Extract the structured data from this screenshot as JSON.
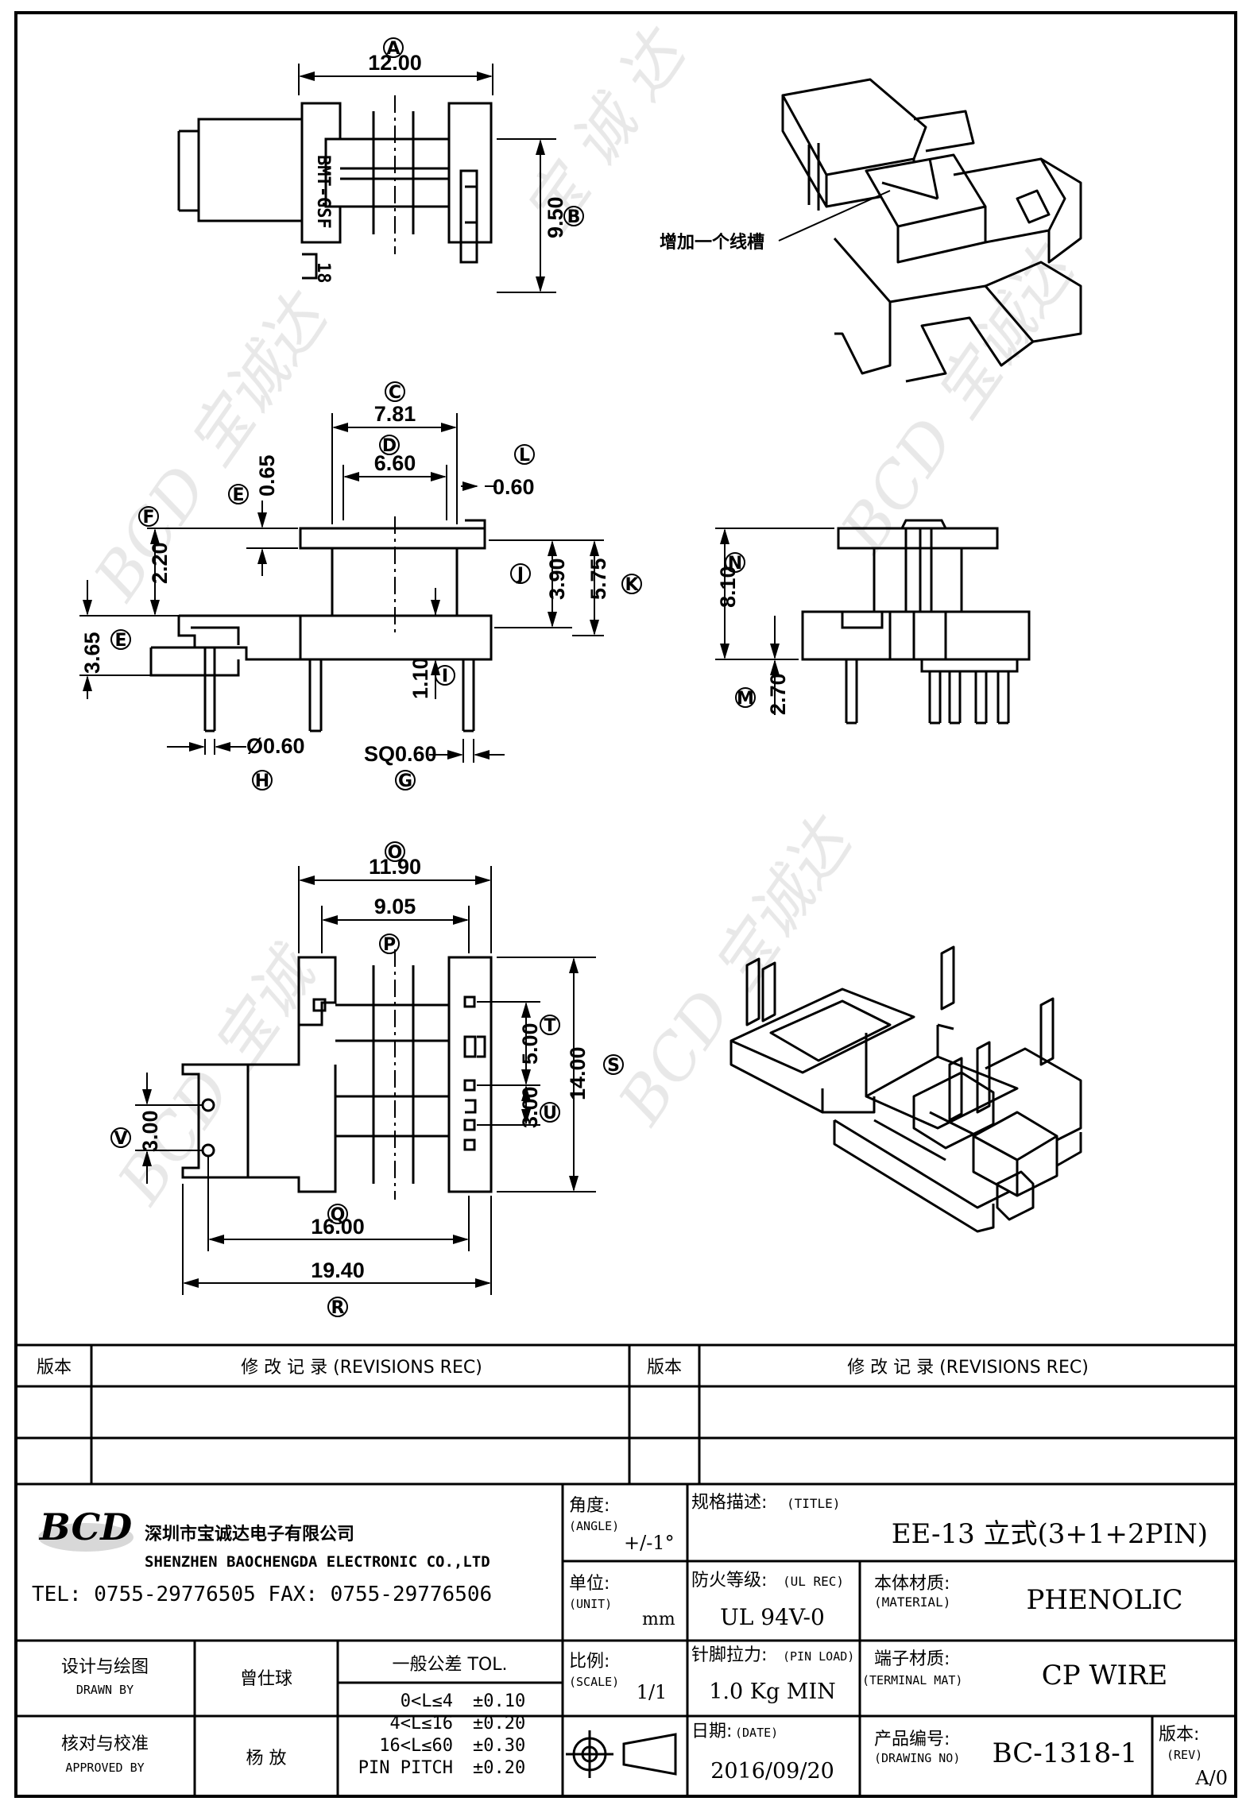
{
  "drawing": {
    "dims": {
      "A": {
        "label": "A",
        "value": "12.00"
      },
      "B": {
        "label": "B",
        "value": "9.50"
      },
      "C": {
        "label": "C",
        "value": "7.81"
      },
      "D": {
        "label": "D",
        "value": "6.60"
      },
      "E": {
        "label": "E",
        "value": "0.65"
      },
      "L": {
        "label": "L",
        "value": "0.60"
      },
      "F": {
        "label": "F",
        "value": "2.20"
      },
      "J": {
        "label": "J",
        "value": "3.90"
      },
      "K": {
        "label": "K",
        "value": "5.75"
      },
      "E2": {
        "label": "E",
        "value": "3.65"
      },
      "I": {
        "label": "I",
        "value": "1.10"
      },
      "H": {
        "label": "H",
        "value": "Ø0.60"
      },
      "G": {
        "label": "G",
        "value": "SQ0.60"
      },
      "N": {
        "label": "N",
        "value": "8.10"
      },
      "M": {
        "label": "M",
        "value": "2.70"
      },
      "O": {
        "label": "O",
        "value": "11.90"
      },
      "P": {
        "label": "P",
        "value": "9.05"
      },
      "T": {
        "label": "T",
        "value": "5.00"
      },
      "U": {
        "label": "U",
        "value": "3.00"
      },
      "S": {
        "label": "S",
        "value": "14.00"
      },
      "V": {
        "label": "V",
        "value": "3.00"
      },
      "Q": {
        "label": "Q",
        "value": "16.00"
      },
      "R": {
        "label": "R",
        "value": "19.40"
      }
    },
    "callout": "增加一个线槽",
    "part_mark_1": "BMT-GSF",
    "part_mark_2": "18",
    "watermark": "BCD 宝诚达"
  },
  "revisions": {
    "col_version": "版本",
    "col_record": "修 改 记 录 (REVISIONS REC)"
  },
  "company": {
    "logo": "BCD",
    "name_cn": "深圳市宝诚达电子有限公司",
    "name_en": "SHENZHEN BAOCHENGDA ELECTRONIC CO.,LTD",
    "contact": "TEL: 0755-29776505 FAX: 0755-29776506"
  },
  "titleblock": {
    "angle_label": "角度:",
    "angle_sub": "(ANGLE)",
    "angle_value": "+/-1°",
    "spec_label": "规格描述:",
    "spec_sub": "(TITLE)",
    "title": "EE-13 立式(3+1+2PIN)",
    "unit_label": "单位:",
    "unit_sub": "(UNIT)",
    "unit_value": "mm",
    "fire_label": "防火等级:",
    "fire_sub": "(UL REC)",
    "fire_value": "UL 94V-0",
    "material_label": "本体材质:",
    "material_sub": "(MATERIAL)",
    "material_value": "PHENOLIC",
    "drawn_label": "设计与绘图",
    "drawn_sub": "DRAWN BY",
    "drawn_name": "曾仕球",
    "tol_title": "一般公差 TOL.",
    "tol_rows": [
      {
        "range": "0<L≤4",
        "val": "±0.10"
      },
      {
        "range": "4<L≤16",
        "val": "±0.20"
      },
      {
        "range": "16<L≤60",
        "val": "±0.30"
      },
      {
        "range": "PIN PITCH",
        "val": "±0.20"
      }
    ],
    "scale_label": "比例:",
    "scale_sub": "(SCALE)",
    "scale_value": "1/1",
    "pinload_label": "针脚拉力:",
    "pinload_sub": "(PIN LOAD)",
    "pinload_value": "1.0 Kg MIN",
    "terminal_label": "端子材质:",
    "terminal_sub": "(TERMINAL MAT)",
    "terminal_value": "CP WIRE",
    "approved_label": "核对与校准",
    "approved_sub": "APPROVED BY",
    "approved_name": "杨 放",
    "date_label": "日期:",
    "date_sub": "(DATE)",
    "date_value": "2016/09/20",
    "drawingno_label": "产品编号:",
    "drawingno_sub": "(DRAWING NO)",
    "drawingno_value": "BC-1318-1",
    "rev_label": "版本:",
    "rev_sub": "(REV)",
    "rev_value": "A/0"
  }
}
